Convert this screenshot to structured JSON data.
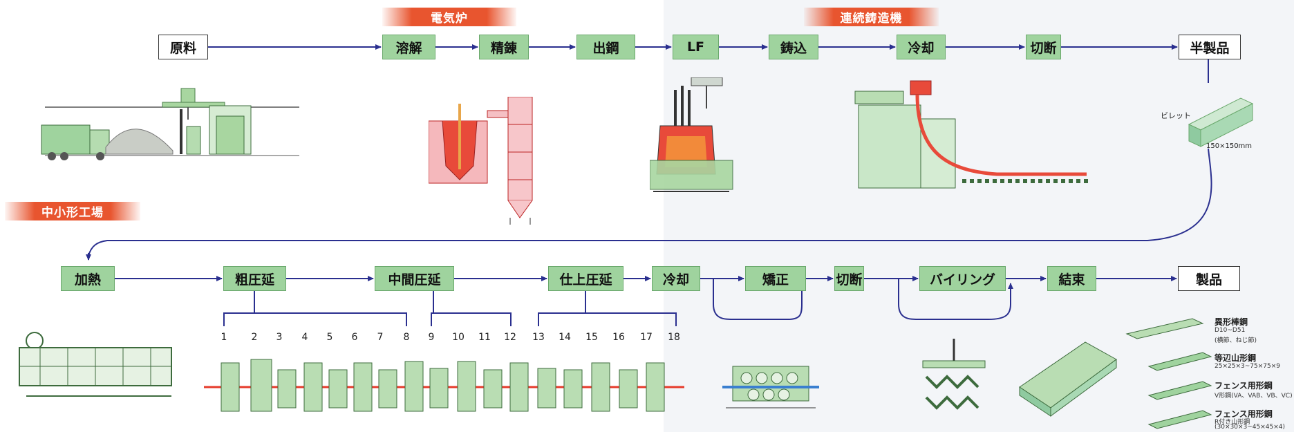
{
  "sections": {
    "electric_furnace": "電気炉",
    "continuous_casting": "連続鋳造機",
    "small_mill": "中小形工場"
  },
  "top_flow": [
    "原料",
    "溶解",
    "精錬",
    "出鋼",
    "LF",
    "鋳込",
    "冷却",
    "切断",
    "半製品"
  ],
  "bottom_flow": [
    "加熱",
    "粗圧延",
    "中間圧延",
    "仕上圧延",
    "冷却",
    "矯正",
    "切断",
    "バイリング",
    "結束",
    "製品"
  ],
  "billet": {
    "label": "ビレット",
    "size": "150×150mm"
  },
  "stand_numbers": [
    "1",
    "2",
    "3",
    "4",
    "5",
    "6",
    "7",
    "8",
    "9",
    "10",
    "11",
    "12",
    "13",
    "14",
    "15",
    "16",
    "17",
    "18"
  ],
  "products": [
    {
      "title": "異形棒鋼",
      "spec1": "D10~D51",
      "spec2": "(横節、ねじ節)"
    },
    {
      "title": "等辺山形鋼",
      "spec1": "25×25×3~75×75×9",
      "spec2": ""
    },
    {
      "title": "フェンス用形鋼",
      "spec1": "V形鋼(VA、VAB、VB、VC)",
      "spec2": ""
    },
    {
      "title": "フェンス用形鋼",
      "spec1": "R付き山形鋼",
      "spec2": "(30×30×3~45×45×4)"
    }
  ],
  "colors": {
    "arrow": "#2a2f8f",
    "box_green": "#9fd39e",
    "section_orange": "#e8552f",
    "rail": "#e63a2a",
    "machine": "#b9ddb3"
  }
}
